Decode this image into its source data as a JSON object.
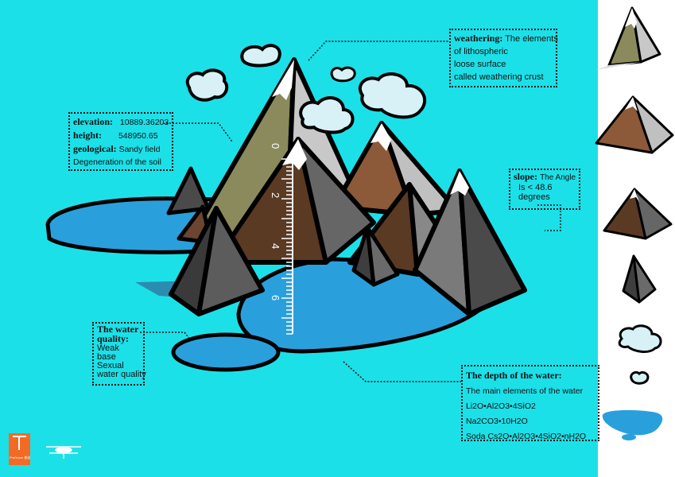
{
  "labels": {
    "weathering": {
      "title": "weathering",
      "lines": [
        "The elements",
        "of lithospheric",
        "loose surface",
        "called weathering crust"
      ]
    },
    "elevation_box": {
      "elevation_label": "elevation",
      "elevation_value": "10889.36203",
      "height_label": "height",
      "height_value": "548950.65",
      "geological_label": "geological",
      "geological_value": "Sandy field",
      "degeneration": "Degeneration of the soil"
    },
    "slope": {
      "title": "slope",
      "lines": [
        "The Angle",
        "Is < 48.6",
        "degrees"
      ]
    },
    "water_quality": {
      "title": "The water quality",
      "lines": [
        "Weak",
        "base",
        "Sexual",
        "water quality"
      ]
    },
    "water_depth": {
      "title": "The depth of the water",
      "lines": [
        "The main elements of the water",
        "Li2O•Al2O3•4SiO2",
        "Na2CO3•10H2O",
        "Soda  Cs2O•Al2O3•4SiO2•nH2O"
      ]
    }
  },
  "ruler": {
    "ticks": [
      "0",
      "2",
      "4",
      "6"
    ]
  },
  "logo": {
    "text": "ProDrone 普宙"
  },
  "colors": {
    "background": "#1ce0e8",
    "water": "#29a0dc",
    "olive": "#8b8a5c",
    "brown": "#5a3a22",
    "light_brown": "#8c5a38",
    "dark_gray": "#4a4a4a",
    "gray": "#7a7a7a",
    "snow": "#ffffff",
    "cloud": "#d7f1f7",
    "logo": "#f36a24"
  },
  "side_icons": [
    "olive-pyramid-icon",
    "light-brown-pyramid-icon",
    "dark-brown-pyramid-icon",
    "gray-pyramid-icon",
    "large-cloud-icon",
    "small-cloud-icon",
    "water-pool-icon"
  ]
}
